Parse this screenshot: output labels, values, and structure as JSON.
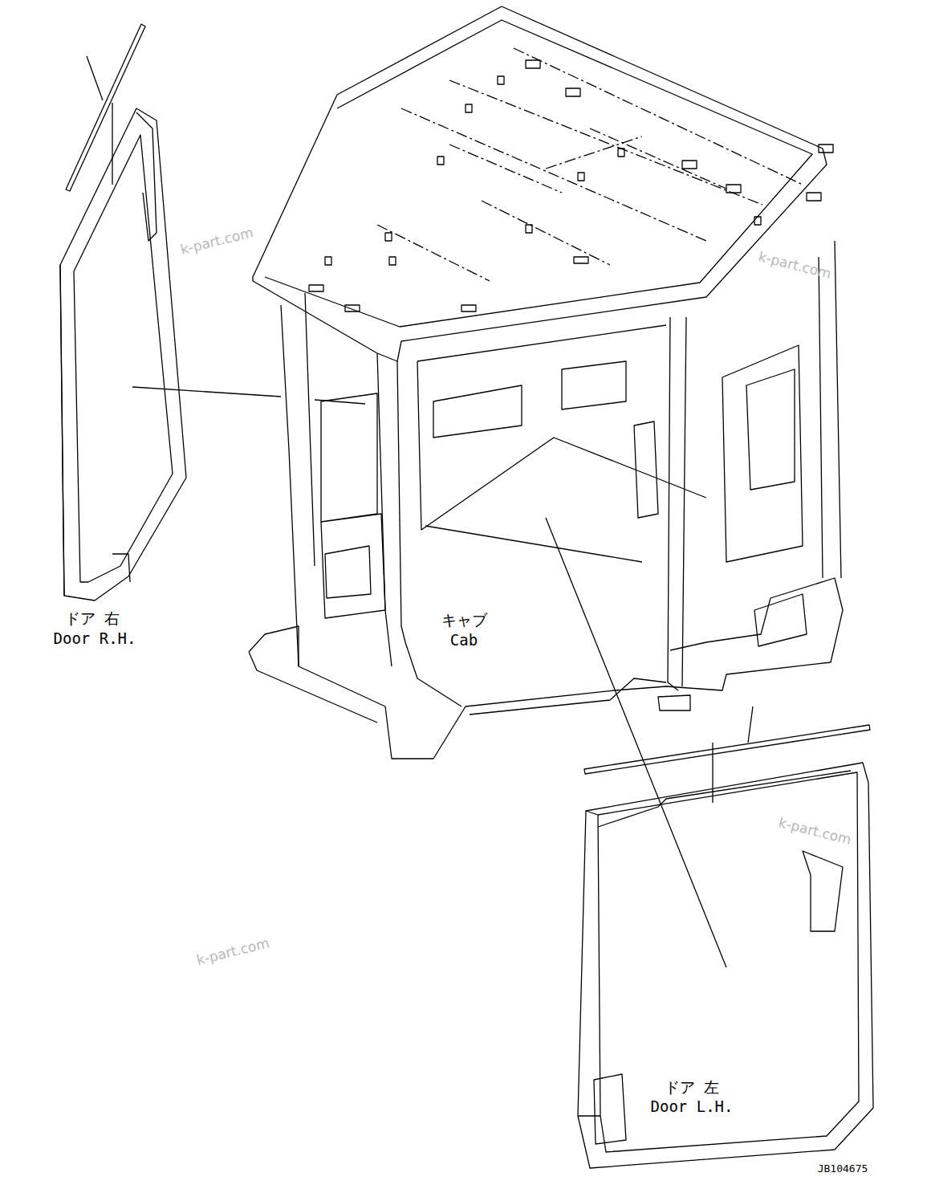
{
  "diagram": {
    "labels": [
      "ドア 右",
      "Door R.H.",
      "キャブ",
      "Cab",
      "ドア 左",
      "Door L.H.",
      "k-part.com",
      "k-part.com",
      "k-part.com",
      "k-part.com",
      "JB104675"
    ]
  }
}
